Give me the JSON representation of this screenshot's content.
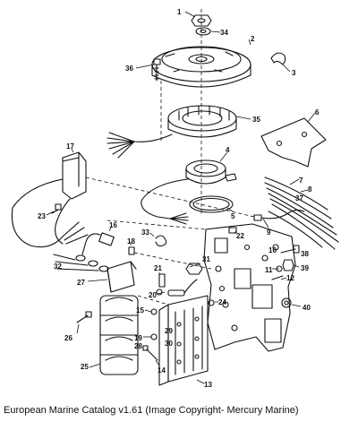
{
  "caption": "European Marine Catalog v1.61 (Image Copyright- Mercury Marine)",
  "callouts": [
    "1",
    "2",
    "3",
    "4",
    "5",
    "6",
    "7",
    "8",
    "9",
    "10",
    "11",
    "12",
    "13",
    "14",
    "15",
    "16",
    "17",
    "18",
    "19",
    "20",
    "21",
    "22",
    "23",
    "24",
    "25",
    "26",
    "27",
    "28",
    "29",
    "30",
    "31",
    "32",
    "33",
    "34",
    "35",
    "36",
    "37",
    "38",
    "39",
    "40"
  ],
  "colors": {
    "ink": "#111111",
    "background": "#ffffff"
  }
}
